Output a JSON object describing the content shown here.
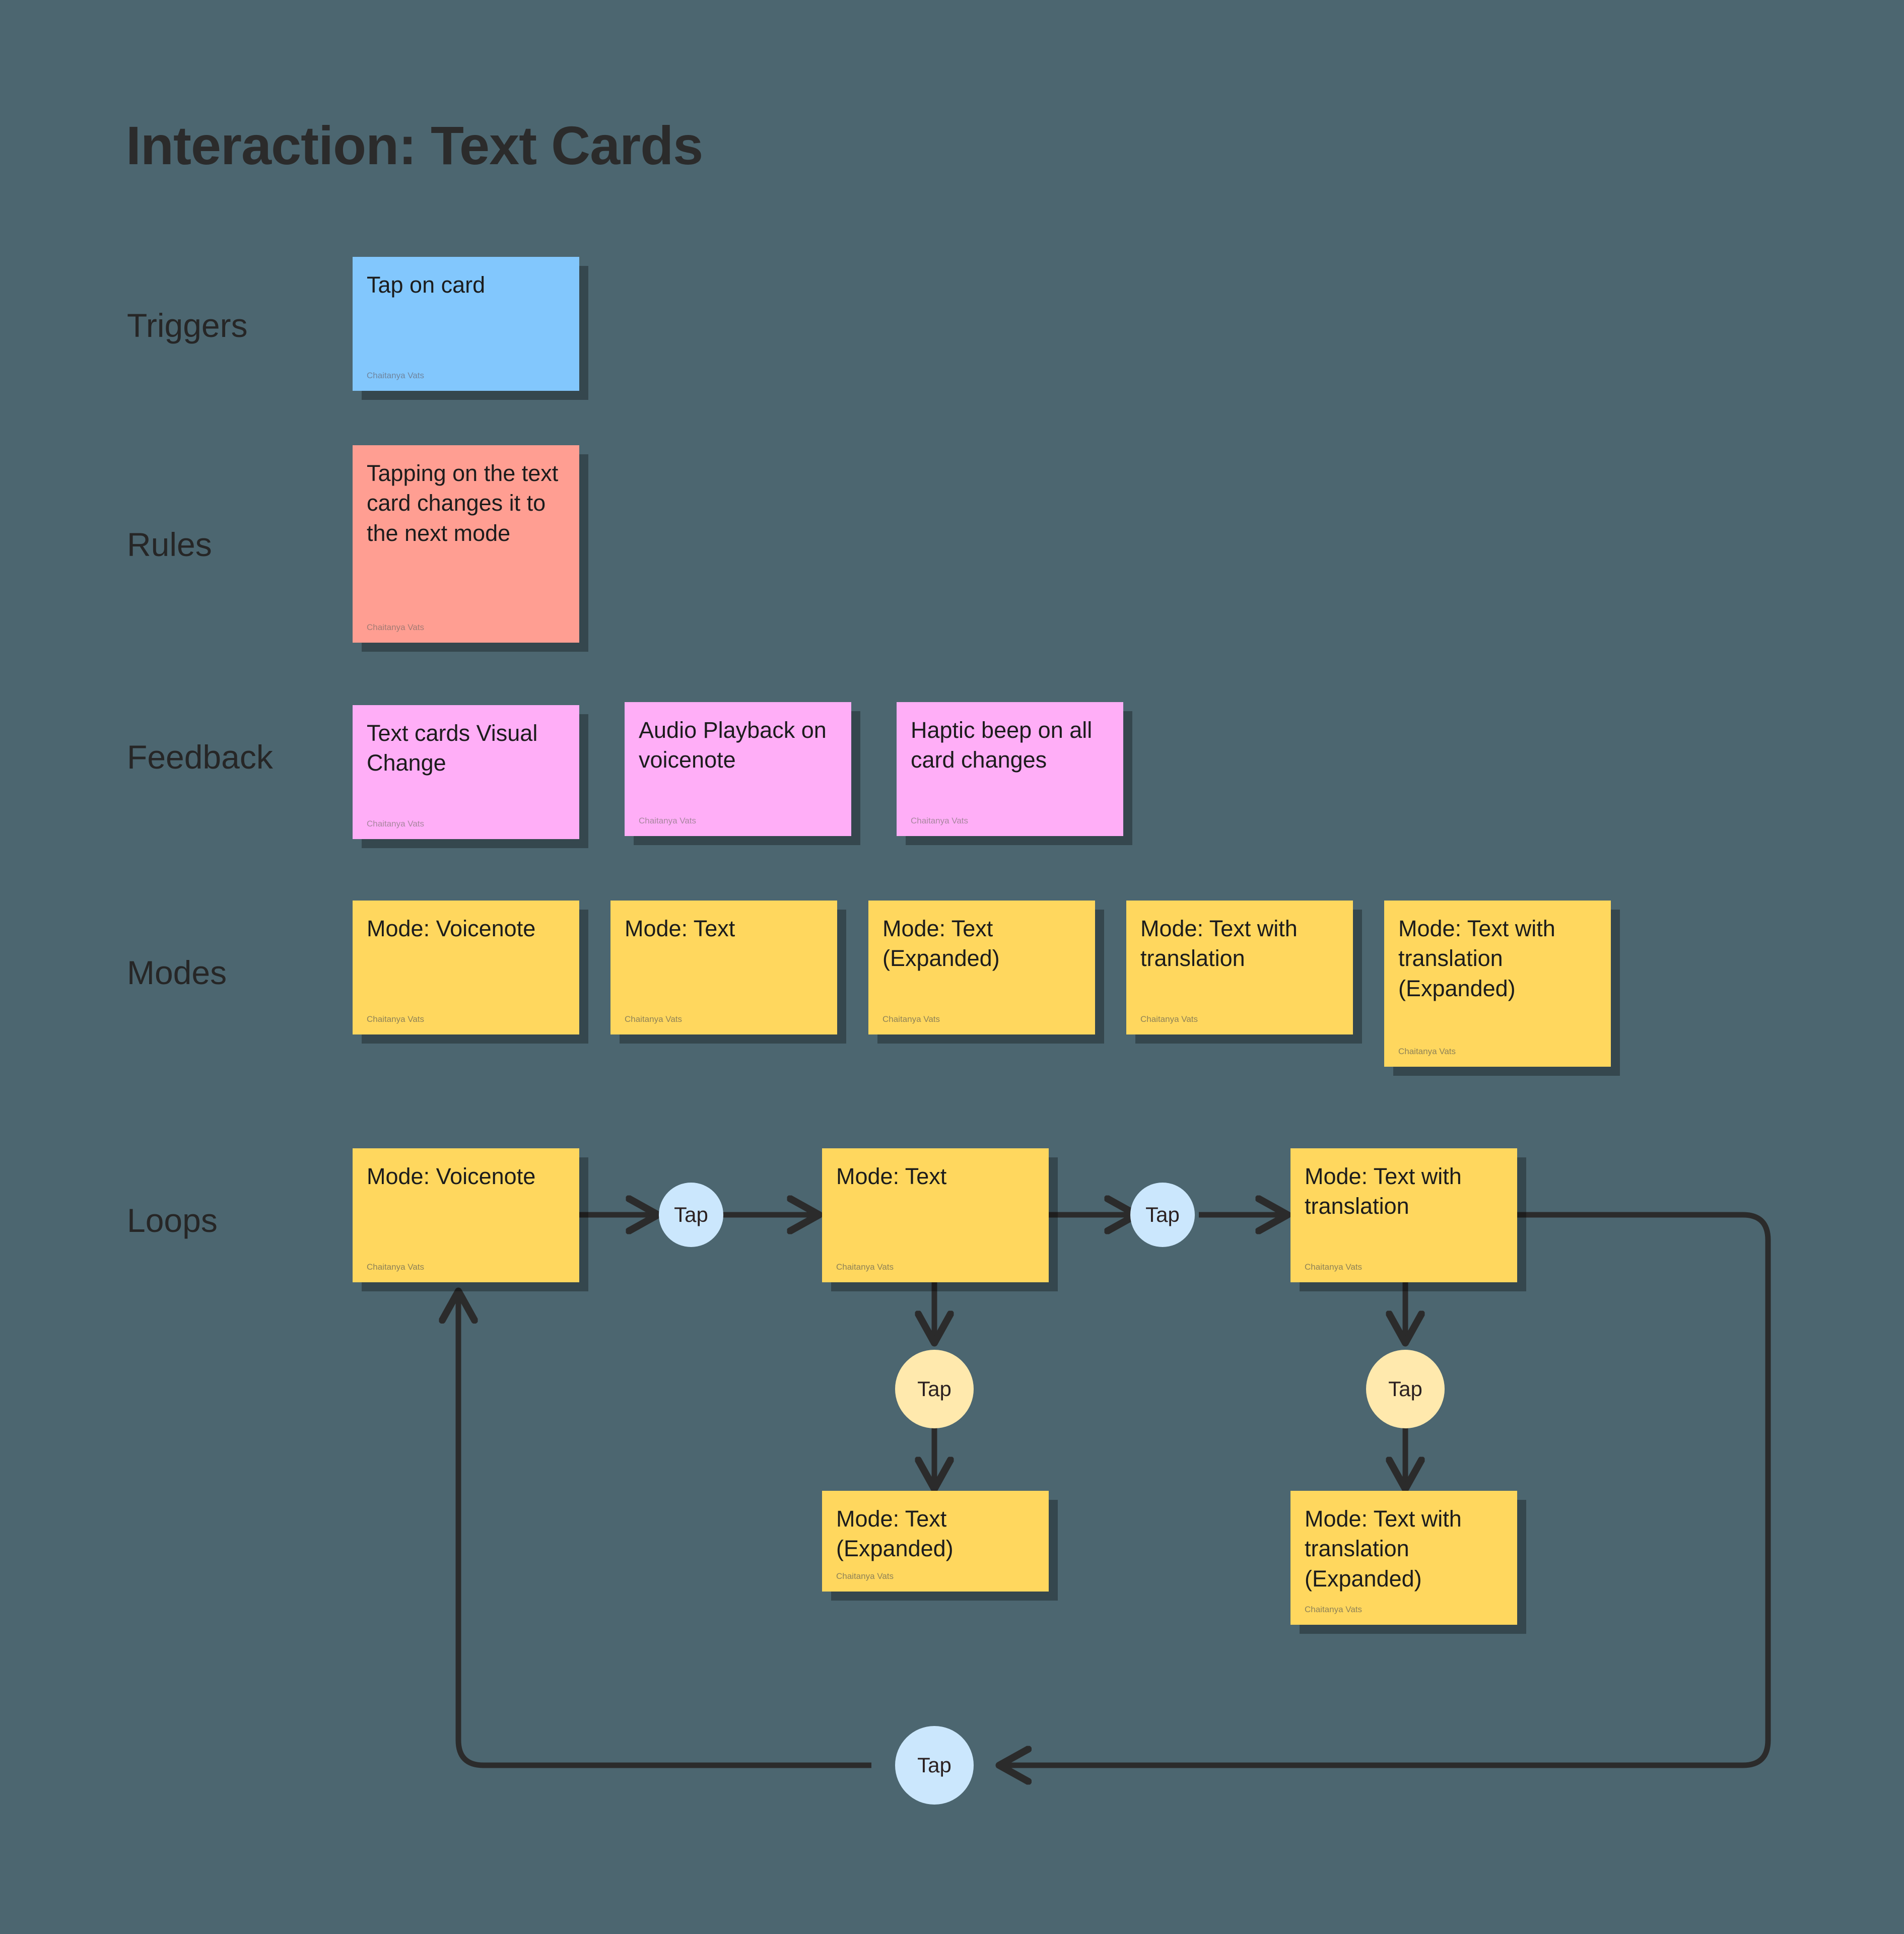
{
  "title": "Interaction: Text Cards",
  "author": "Chaitanya Vats",
  "colors": {
    "background": "#4c6670",
    "trigger_card": "#82c7fd",
    "rule_card": "#ff9e92",
    "feedback_card": "#ffaef7",
    "mode_card": "#ffd75e",
    "tap_node_blue": "#cbe7fd",
    "tap_node_cream": "#ffe9ad",
    "connector": "#2b2b2b",
    "text": "#1c1c1c"
  },
  "rows": {
    "triggers": {
      "label": "Triggers"
    },
    "rules": {
      "label": "Rules"
    },
    "feedback": {
      "label": "Feedback"
    },
    "modes": {
      "label": "Modes"
    },
    "loops": {
      "label": "Loops"
    }
  },
  "triggers": {
    "cards": [
      {
        "text": "Tap on card",
        "author": "Chaitanya Vats"
      }
    ]
  },
  "rules": {
    "cards": [
      {
        "text": "Tapping on the text card changes it to the next mode",
        "author": "Chaitanya Vats"
      }
    ]
  },
  "feedback": {
    "cards": [
      {
        "text": "Text cards Visual Change",
        "author": "Chaitanya Vats"
      },
      {
        "text": "Audio Playback on voicenote",
        "author": "Chaitanya Vats"
      },
      {
        "text": "Haptic beep on all card changes",
        "author": "Chaitanya Vats"
      }
    ]
  },
  "modes": {
    "cards": [
      {
        "text": "Mode: Voicenote",
        "author": "Chaitanya Vats"
      },
      {
        "text": "Mode: Text",
        "author": "Chaitanya Vats"
      },
      {
        "text": "Mode: Text (Expanded)",
        "author": "Chaitanya Vats"
      },
      {
        "text": "Mode: Text with translation",
        "author": "Chaitanya Vats"
      },
      {
        "text": "Mode: Text with translation (Expanded)",
        "author": "Chaitanya Vats"
      }
    ]
  },
  "loops": {
    "nodes": [
      {
        "id": "voicenote",
        "type": "card",
        "text": "Mode: Voicenote",
        "author": "Chaitanya Vats"
      },
      {
        "id": "tap1",
        "type": "tap",
        "label": "Tap",
        "variant": "blue"
      },
      {
        "id": "text",
        "type": "card",
        "text": "Mode: Text",
        "author": "Chaitanya Vats"
      },
      {
        "id": "tap2",
        "type": "tap",
        "label": "Tap",
        "variant": "blue"
      },
      {
        "id": "translation",
        "type": "card",
        "text": "Mode: Text with translation",
        "author": "Chaitanya Vats"
      },
      {
        "id": "tap3",
        "type": "tap",
        "label": "Tap",
        "variant": "cream"
      },
      {
        "id": "text-expanded",
        "type": "card",
        "text": "Mode: Text (Expanded)",
        "author": "Chaitanya Vats"
      },
      {
        "id": "tap4",
        "type": "tap",
        "label": "Tap",
        "variant": "cream"
      },
      {
        "id": "translation-expanded",
        "type": "card",
        "text": "Mode: Text with translation (Expanded)",
        "author": "Chaitanya Vats"
      },
      {
        "id": "tap5",
        "type": "tap",
        "label": "Tap",
        "variant": "blue"
      }
    ],
    "edges": [
      {
        "from": "voicenote",
        "to": "tap1"
      },
      {
        "from": "tap1",
        "to": "text"
      },
      {
        "from": "text",
        "to": "tap2"
      },
      {
        "from": "tap2",
        "to": "translation"
      },
      {
        "from": "text",
        "to": "tap3"
      },
      {
        "from": "tap3",
        "to": "text-expanded"
      },
      {
        "from": "translation",
        "to": "tap4"
      },
      {
        "from": "tap4",
        "to": "translation-expanded"
      },
      {
        "from": "translation",
        "to": "tap5"
      },
      {
        "from": "tap5",
        "to": "voicenote"
      }
    ]
  }
}
